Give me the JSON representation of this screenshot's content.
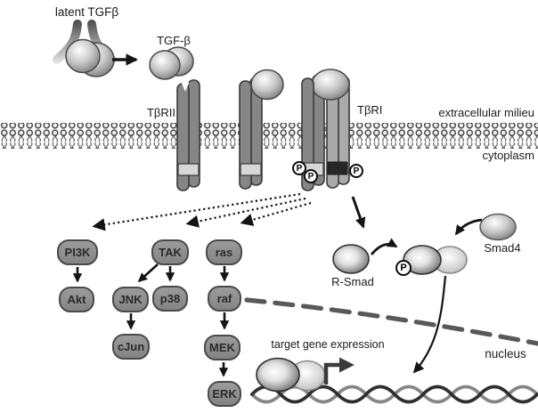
{
  "labels": {
    "latent_tgfb": "latent TGFβ",
    "tgfb": "TGF-β",
    "tbrii": "TβRII",
    "tbri": "TβRI",
    "extracellular_milieu": "extracellular milieu",
    "cytoplasm": "cytoplasm",
    "r_smad": "R-Smad",
    "smad4": "Smad4",
    "target_gene_expression": "target gene expression",
    "nucleus": "nucleus",
    "phospho": "P"
  },
  "cascade": {
    "nodes": [
      {
        "id": "pi3k",
        "label": "PI3K"
      },
      {
        "id": "akt",
        "label": "Akt"
      },
      {
        "id": "tak",
        "label": "TAK"
      },
      {
        "id": "jnk",
        "label": "JNK"
      },
      {
        "id": "p38",
        "label": "p38"
      },
      {
        "id": "cjun",
        "label": "cJun"
      },
      {
        "id": "ras",
        "label": "ras"
      },
      {
        "id": "raf",
        "label": "raf"
      },
      {
        "id": "mek",
        "label": "MEK"
      },
      {
        "id": "erk",
        "label": "ERK"
      }
    ],
    "edges": [
      {
        "from": "receptor-complex",
        "to": "PI3K",
        "style": "dotted"
      },
      {
        "from": "receptor-complex",
        "to": "TAK",
        "style": "dotted"
      },
      {
        "from": "receptor-complex",
        "to": "ras",
        "style": "dotted"
      },
      {
        "from": "PI3K",
        "to": "Akt",
        "style": "solid"
      },
      {
        "from": "TAK",
        "to": "JNK",
        "style": "solid"
      },
      {
        "from": "TAK",
        "to": "p38",
        "style": "solid"
      },
      {
        "from": "JNK",
        "to": "cJun",
        "style": "solid"
      },
      {
        "from": "ras",
        "to": "raf",
        "style": "solid"
      },
      {
        "from": "raf",
        "to": "MEK",
        "style": "solid"
      },
      {
        "from": "MEK",
        "to": "ERK",
        "style": "solid"
      },
      {
        "from": "receptor-complex",
        "to": "R-Smad",
        "style": "solid"
      },
      {
        "from": "R-Smad",
        "to": "P-Smad-complex",
        "style": "curved"
      },
      {
        "from": "Smad4",
        "to": "P-Smad-complex",
        "style": "curved"
      },
      {
        "from": "P-Smad-complex",
        "to": "DNA",
        "style": "curved"
      }
    ]
  },
  "colors": {
    "node_fill": "#8e8e8e",
    "node_border": "#4a4a4a",
    "node_text": "#2b2b2b",
    "receptor_dark": "#868686",
    "receptor_light": "#aaaaaa",
    "band_light": "#d7d7d7",
    "band_dark": "#262626",
    "membrane_outline": "#4a4a4a",
    "arrow": "#141414",
    "nuclear_envelope": "#595959",
    "dna_dark": "#2f2f2f",
    "dna_light": "#868686"
  }
}
